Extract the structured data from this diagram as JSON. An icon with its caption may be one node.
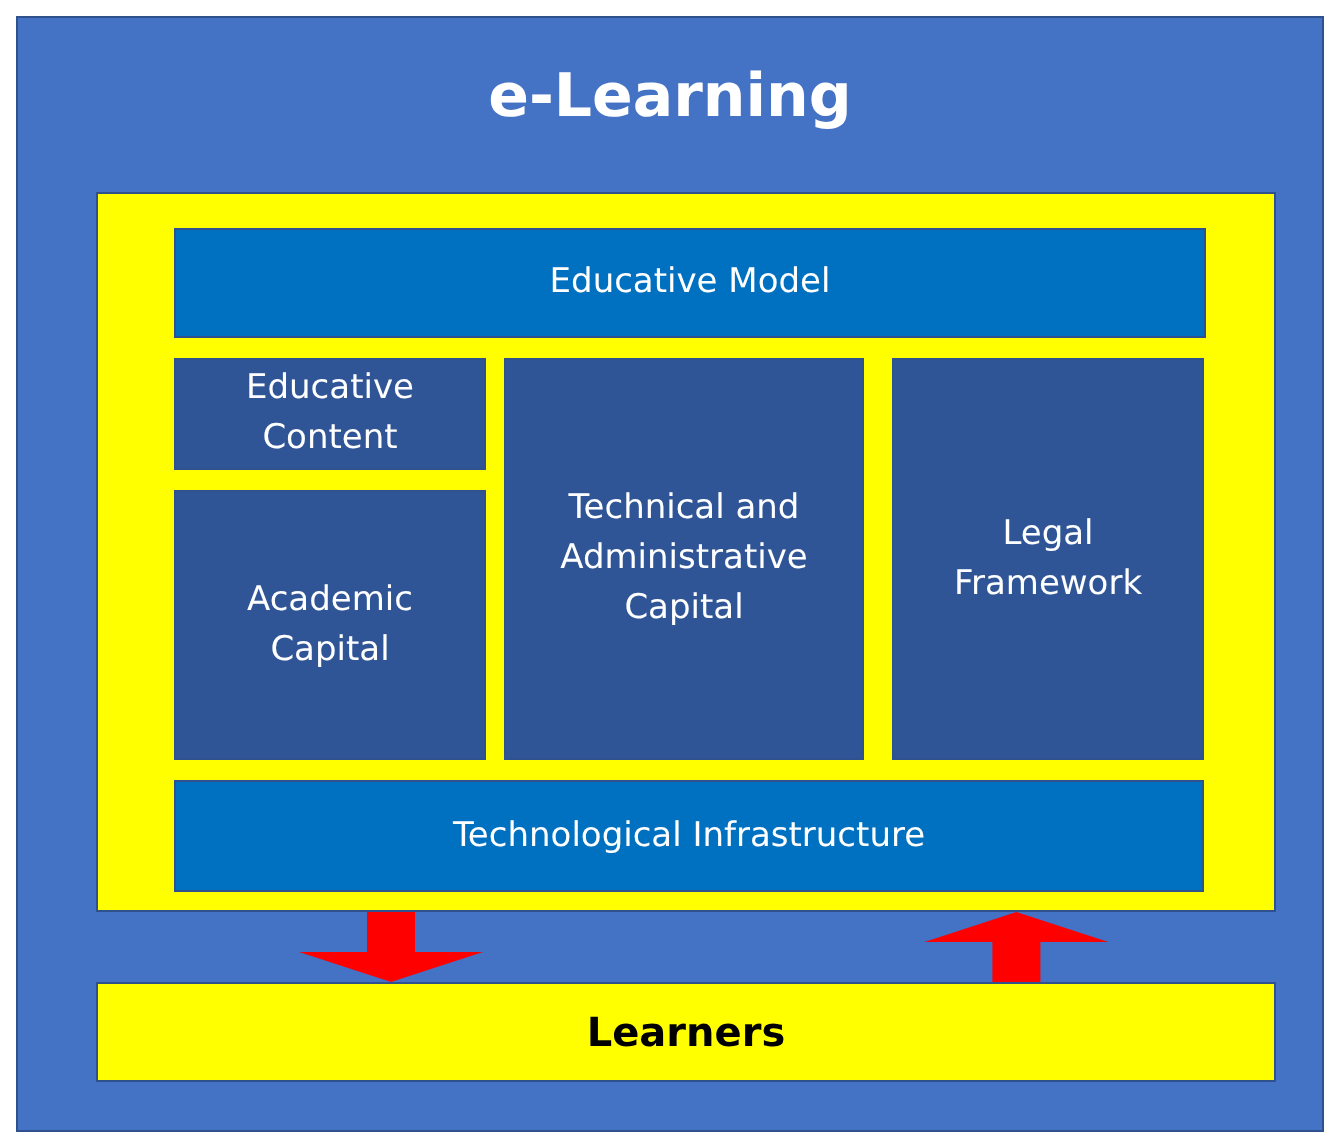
{
  "diagram": {
    "nodes": [
      {
        "text": [
          "e-Learning"
        ]
      },
      {
        "text": [],
        "shape": "box",
        "in": 0
      },
      {
        "text": [
          "Educative Model"
        ],
        "in": 1
      },
      {
        "text": [
          "Educative Content"
        ],
        "in": 1
      },
      {
        "text": [
          "Academic Capital"
        ],
        "in": 1
      },
      {
        "text": [
          "Technical and Administrative Capital"
        ],
        "in": 1
      },
      {
        "text": [
          "Legal Framework"
        ],
        "in": 1
      },
      {
        "text": [
          "Technological Infrastructure"
        ],
        "in": 1
      },
      {
        "text": [
          "Learners"
        ],
        "in": 0
      }
    ],
    "edges": [
      {
        "from": 1,
        "to": 8,
        "arrow": "to"
      },
      {
        "from": 8,
        "to": 1,
        "arrow": "to"
      }
    ]
  }
}
